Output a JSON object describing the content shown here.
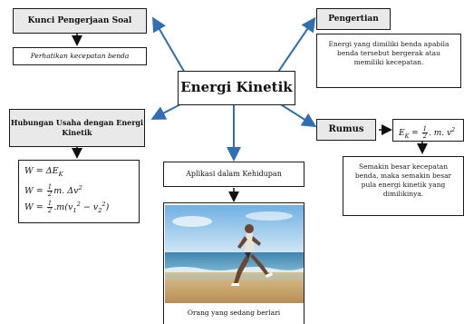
{
  "center": {
    "title": "Energi Kinetik"
  },
  "kunci": {
    "title": "Kunci Pengerjaan Soal",
    "note": "Perhatikan kecepatan benda"
  },
  "pengertian": {
    "title": "Pengertian",
    "text": "Energi yang dimiliki benda apabila benda tersebut bergerak atau memiliki kecepatan."
  },
  "hubungan": {
    "title": "Hubungan Usaha dengan Energi Kinetik"
  },
  "rumus": {
    "title": "Rumus",
    "note": "Semakin besar kecepatan benda, maka semakin besar pula energi kinetik yang dimilikinya."
  },
  "aplikasi": {
    "title": "Aplikasi dalam Kehidupan",
    "caption": "Orang yang sedang berlari"
  },
  "colors": {
    "arrow_blue": "#2f6fb2",
    "border": "#1a1a1a",
    "header_bg": "#e9e9e9",
    "sky": "#8fc3ea",
    "sea": "#4a8db5",
    "sand": "#c9a46b"
  }
}
